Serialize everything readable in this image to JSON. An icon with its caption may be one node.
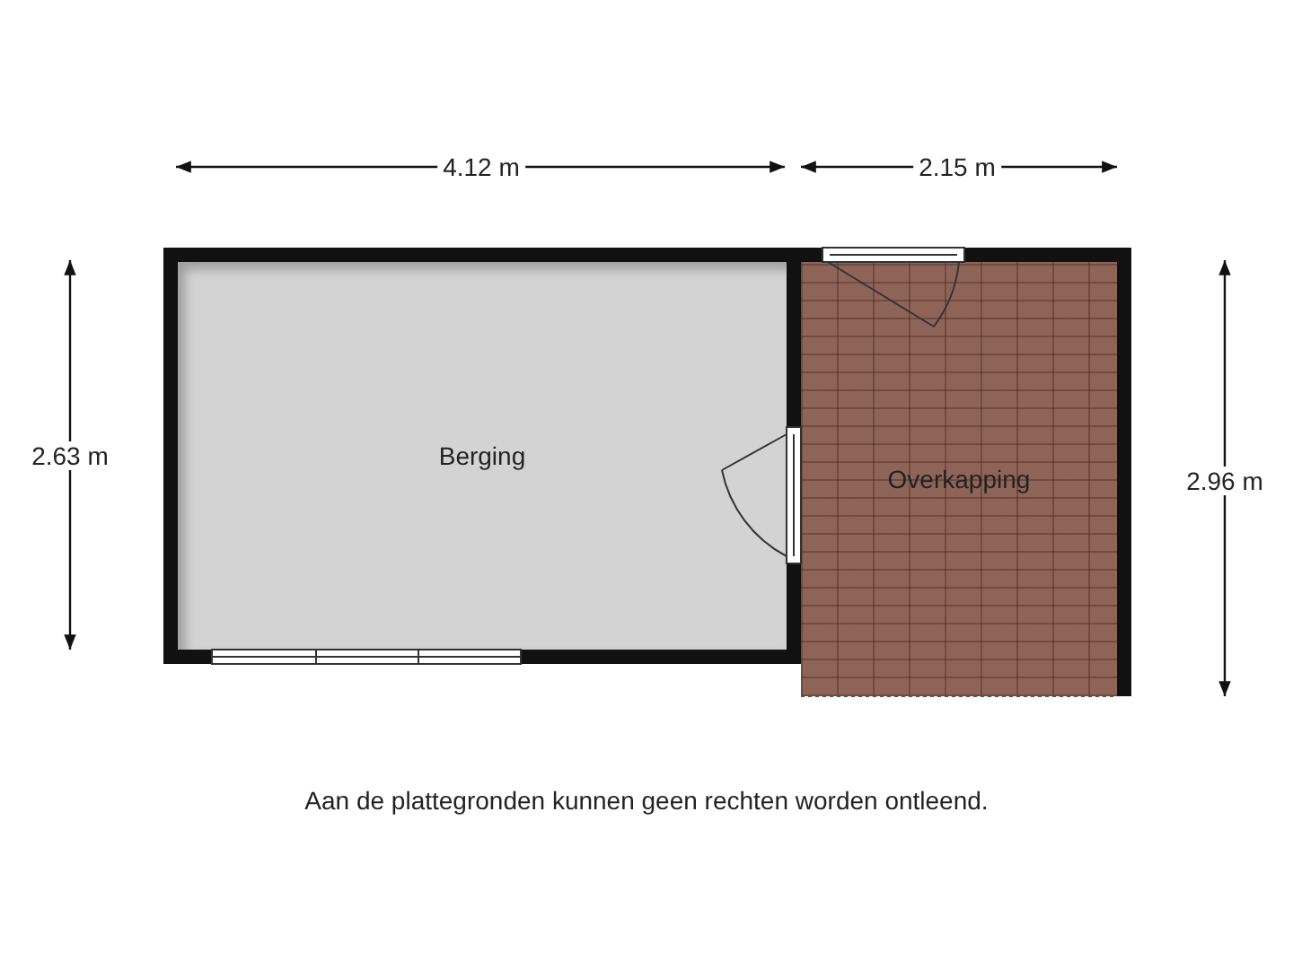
{
  "diagram": {
    "caption": "Aan de plattegronden kunnen geen rechten worden ontleend.",
    "nodes": [
      {
        "text": [
          "Berging"
        ]
      },
      {
        "text": [
          "Overkapping"
        ]
      }
    ],
    "labels": [
      "4.12 m",
      "2.15 m",
      "2.63 m",
      "2.96 m"
    ]
  }
}
